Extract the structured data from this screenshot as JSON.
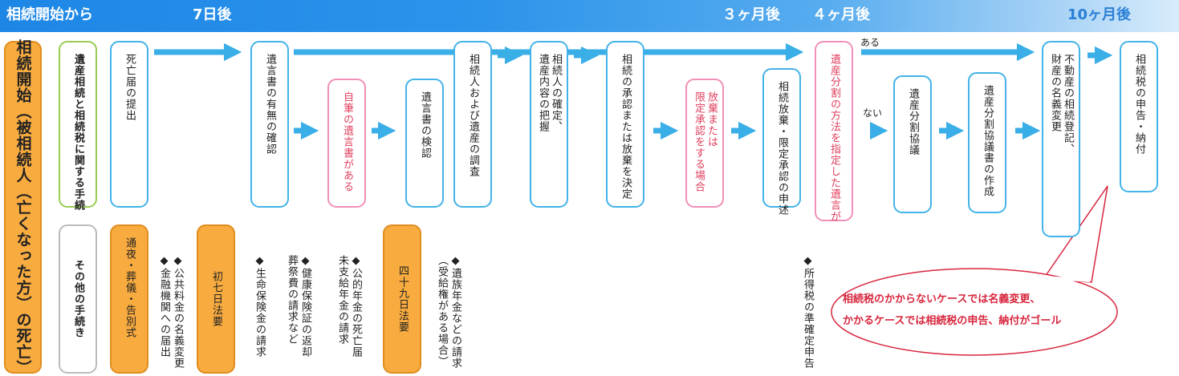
{
  "header": {
    "start": "相続開始から",
    "d7": "7日後",
    "m3": "３ヶ月後",
    "m4": "４ヶ月後",
    "m10": "10ヶ月後"
  },
  "left_box": "相続開始（被相続人（亡くなった方）の死亡）",
  "row_labels": {
    "main": "遺産相続と相続税に関する手続",
    "other": "その他の手続き"
  },
  "steps": {
    "death_report": "死亡届の提出",
    "will_check": "遺言書の有無の確認",
    "holograph": "自筆の遺言書がある",
    "probate": "遺言書の検認",
    "survey": "相続人および遺産の調査",
    "confirm": "相続人の確定、\n遺産内容の把握",
    "accept_decide": "相続の承認または放棄を決定",
    "renounce": "放棄または\n限定承認をする場合",
    "renounce_statement": "相続放棄・限定承認の申述",
    "division_will": "遺産分割の方法を指定した遺言が",
    "negotiation": "遺産分割協議",
    "agreement_doc": "遺産分割協議書の作成",
    "registration": "不動産の相続登記、\n財産の名義変更",
    "tax_filing": "相続税の申告・納付"
  },
  "branch": {
    "yes": "ある",
    "no": "ない"
  },
  "others": {
    "wake": "通夜・葬儀・告別式",
    "note_utility": "◆公共料金の名義変更\n◆金融機関への届出",
    "day7": "初七日法要",
    "note_life": "◆生命保険金の請求",
    "note_health": "◆健康保険証の返却\n葬祭費の請求など",
    "note_pension": "◆公的年金の死亡届\n未支給年金の請求",
    "day49": "四十九日法要",
    "note_survivor": "◆遺族年金などの請求\n（受給権がある場合）",
    "note_income": "◆所得税の準確定申告"
  },
  "bubble": {
    "line1": "相続税のかからないケースでは名義変更、",
    "line2": "かかるケースでは相続税の申告、納付がゴール"
  },
  "colors": {
    "blue": "#44b3e8",
    "arrow": "#3aaee6",
    "pink": "#f090b8",
    "red_text": "#e0405e",
    "orange": "#f8ab3f",
    "green": "#9acc53",
    "bubble_border": "#d7263d"
  }
}
